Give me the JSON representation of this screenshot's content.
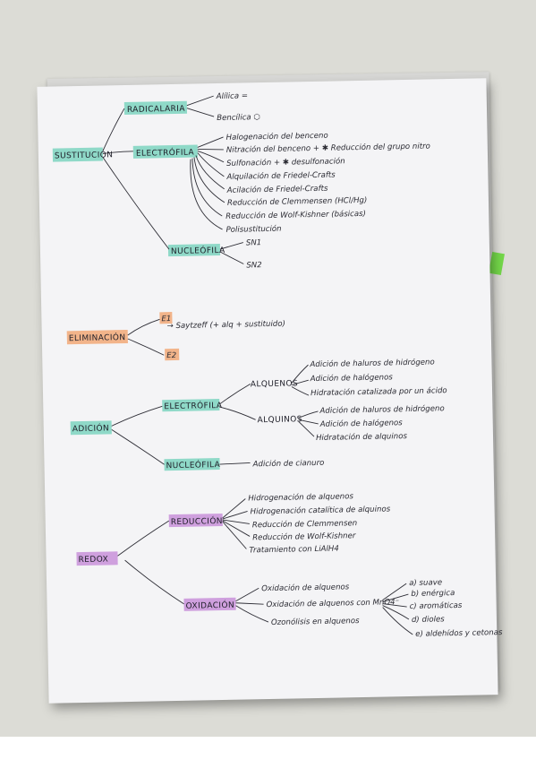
{
  "colors": {
    "teal": "#8fd9c8",
    "orange": "#f2b48a",
    "purple": "#cfa0de",
    "tab_green": "#74d84a",
    "ink": "#2b2b33"
  },
  "mindmap": {
    "sustitucion": {
      "label": "SUSTITUCIÓN",
      "radicalaria": {
        "label": "RADICALARIA",
        "items": [
          "Alílica =",
          "Bencílica ⬡"
        ]
      },
      "electrofila": {
        "label": "ELECTRÓFILA",
        "items": [
          "Halogenación del benceno",
          "Nitración del benceno + ✱ Reducción del grupo nitro",
          "Sulfonación + ✱ desulfonación",
          "Alquilación de Friedel-Crafts",
          "Acilación de Friedel-Crafts",
          "Reducción de Clemmensen (HCl/Hg)",
          "Reducción de Wolf-Kishner (básicas)",
          "Polisustitución"
        ]
      },
      "nucleofila": {
        "label": "NUCLEÓFILA",
        "items": [
          "SN1",
          "SN2"
        ]
      }
    },
    "eliminacion": {
      "label": "ELIMINACIÓN",
      "items": [
        "E1",
        "E2"
      ],
      "note": "→ Saytzeff (+ alq + sustituido)"
    },
    "adicion": {
      "label": "ADICIÓN",
      "electrofila": {
        "label": "ELECTRÓFILA",
        "alquenos": {
          "label": "ALQUENOS",
          "items": [
            "Adición de haluros de hidrógeno",
            "Adición de halógenos",
            "Hidratación catalizada por un ácido"
          ]
        },
        "alquinos": {
          "label": "ALQUINOS",
          "items": [
            "Adición de haluros de hidrógeno",
            "Adición de halógenos",
            "Hidratación de alquinos"
          ]
        }
      },
      "nucleofila": {
        "label": "NUCLEÓFILA",
        "items": [
          "Adición de cianuro"
        ]
      }
    },
    "redox": {
      "label": "REDOX",
      "reduccion": {
        "label": "REDUCCIÓN",
        "items": [
          "Hidrogenación de alquenos",
          "Hidrogenación catalítica de alquinos",
          "Reducción de Clemmensen",
          "Reducción de Wolf-Kishner",
          "Tratamiento con LiAlH4"
        ]
      },
      "oxidacion": {
        "label": "OXIDACIÓN",
        "items": [
          "Oxidación de alquenos",
          "Oxidación de alquenos con MnO4⁻",
          "Ozonólisis en alquenos"
        ],
        "subitems": [
          "a) suave",
          "b) enérgica",
          "c) aromáticas",
          "d) dioles",
          "e) aldehídos y cetonas"
        ]
      }
    }
  }
}
